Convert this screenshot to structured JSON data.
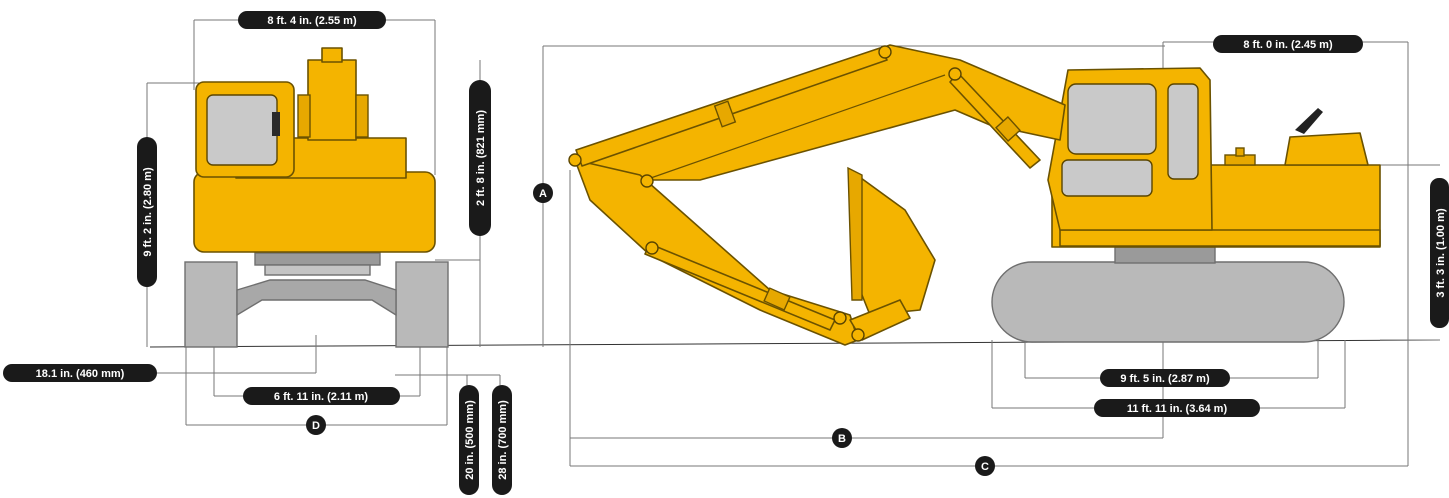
{
  "dimensions": {
    "front_width": "8 ft. 4 in. (2.55 m)",
    "front_height": "9 ft. 2 in. (2.80 m)",
    "counterweight_height": "2 ft. 8 in. (821 mm)",
    "ground_clearance": "18.1 in. (460 mm)",
    "track_gauge": "6 ft. 11 in. (2.11 m)",
    "shoe_width_500": "20 in. (500 mm)",
    "shoe_width_700": "28 in. (700 mm)",
    "tail_radius": "8 ft. 0 in. (2.45 m)",
    "deck_height": "3 ft. 3 in. (1.00 m)",
    "tumbler_distance": "9 ft. 5 in. (2.87 m)",
    "track_length": "11 ft. 11 in. (3.64 m)"
  },
  "letters": {
    "a": "A",
    "b": "B",
    "c": "C",
    "d": "D"
  },
  "colors": {
    "machine_yellow": "#f4b400",
    "track_gray": "#b9b9b9",
    "label_black": "#1a1a1a"
  }
}
